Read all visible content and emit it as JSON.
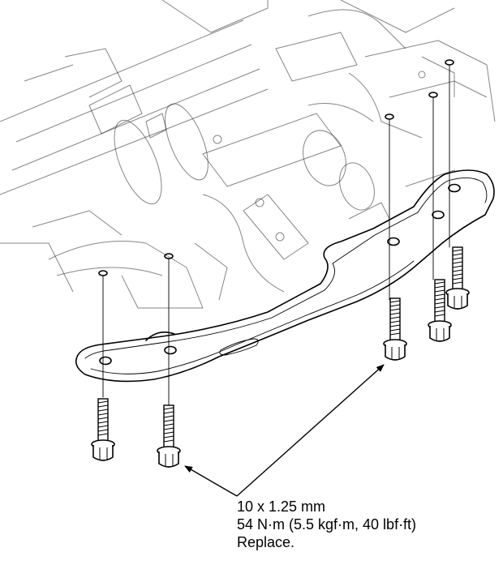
{
  "figure": {
    "fastener_spec": {
      "size": "10 x 1.25 mm",
      "torque": "54 N·m (5.5 kgf·m, 40 lbf·ft)",
      "note": "Replace."
    }
  }
}
